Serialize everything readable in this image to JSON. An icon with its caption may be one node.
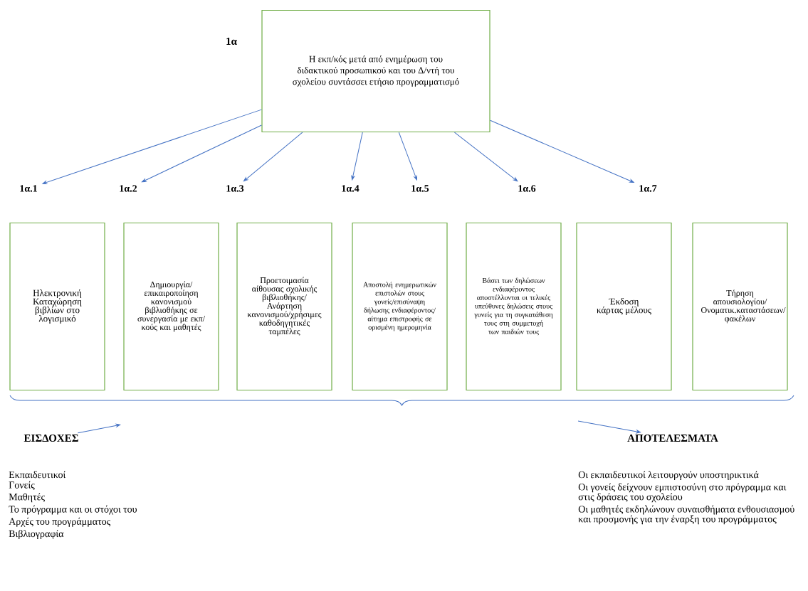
{
  "diagram": {
    "nodes": [
      {
        "text": [
          "Η εκπ/κός μετά από ενημέρωση του διδακτικού προσωπικού και του Δ/ντή του σχολείου συντάσσει ετήσιο προγραμματισμό"
        ],
        "beside": [
          "1α"
        ]
      },
      {
        "text": [
          "1α.1"
        ]
      },
      {
        "text": [
          "1α.2"
        ]
      },
      {
        "text": [
          "1α.3"
        ]
      },
      {
        "text": [
          "1α.4"
        ]
      },
      {
        "text": [
          "1α.5"
        ]
      },
      {
        "text": [
          "1α.6"
        ]
      },
      {
        "text": [
          "1α.7"
        ]
      },
      {
        "text": [
          "Ηλεκτρονική Καταχώρηση βιβλίων στο λογισμικό"
        ]
      },
      {
        "text": [
          "Δημιουργία/επικαιροποίηση κανονισμού βιβλιοθήκης σε συνεργασία με εκπ/κούς και μαθητές"
        ]
      },
      {
        "text": [
          "Προετοιμασία αίθουσας σχολικής βιβλιοθήκης/Ανάρτηση κανονισμού/χρήσιμες καθοδηγητικές ταμπέλες"
        ]
      },
      {
        "text": [
          "Αποστολή ενημερωτικών επιστολών στους γονείς/επισύναψη δήλωσης ενδιαφέροντος/αίτημα επιστροφής σε ορισμένη ημερομηνία"
        ]
      },
      {
        "text": [
          "Βάσει των δηλώσεων ενδιαφέροντος αποστέλλονται οι τελικές υπεύθυνες δηλώσεις στους γονείς για τη συγκατάθεση τους στη συμμετοχή των παιδιών τους"
        ]
      },
      {
        "text": [
          "Έκδοση κάρτας μέλους"
        ]
      },
      {
        "text": [
          "Τήρηση απουσιολογίου/ Ονοματικ.καταστάσεων/φακέλων"
        ]
      },
      {
        "text": [
          "ΕΙΣΔΟΧΕΣ"
        ]
      },
      {
        "text": [
          "ΑΠΟΤΕΛΕΣΜΑΤΑ"
        ]
      }
    ],
    "edges": [
      {
        "from": 0,
        "to": 1,
        "arrow": "to"
      },
      {
        "from": 0,
        "to": 2,
        "arrow": "to"
      },
      {
        "from": 0,
        "to": 3,
        "arrow": "to"
      },
      {
        "from": 0,
        "to": 4,
        "arrow": "to"
      },
      {
        "from": 0,
        "to": 5,
        "arrow": "to"
      },
      {
        "from": 0,
        "to": 6,
        "arrow": "to"
      },
      {
        "from": 0,
        "to": 7,
        "arrow": "to"
      },
      {
        "from": 15,
        "to": null,
        "arrow": "to"
      },
      {
        "from": null,
        "to": 16,
        "arrow": "to"
      }
    ],
    "labels": [
      "Εκπαιδευτικοί",
      "Γονείς",
      "Μαθητές",
      "Το πρόγραμμα και οι στόχοι του",
      "Αρχές του προγράμματος",
      "Βιβλιογραφία",
      "Οι εκπαιδευτικοί λειτουργούν υποστηρικτικά",
      "Οι γονείς δείχνουν εμπιστοσύνη στο πρόγραμμα και στις δράσεις του σχολείου",
      "Οι μαθητές εκδηλώνουν συναισθήματα ενθουσιασμού και προσμονής για την έναρξη του προγράμματος"
    ]
  }
}
